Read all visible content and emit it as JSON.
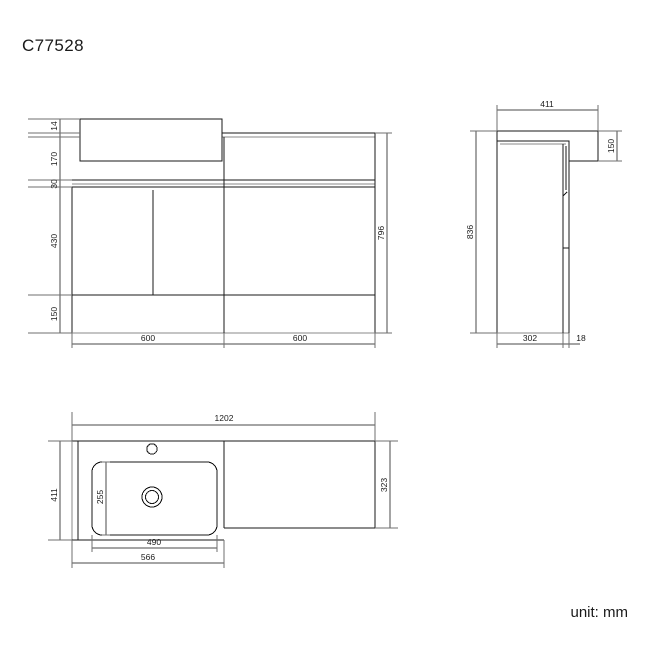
{
  "document": {
    "title": "C77528",
    "unit_note": "unit: mm",
    "type": "technical-drawing",
    "background_color": "#ffffff",
    "line_color": "#1a1a1a",
    "thin_line_color": "#999999"
  },
  "views": {
    "front": {
      "name": "front-elevation",
      "dimensions_left": [
        {
          "label": "14",
          "value": 14,
          "orientation": "vertical"
        },
        {
          "label": "170",
          "value": 170,
          "orientation": "vertical"
        },
        {
          "label": "30",
          "value": 30,
          "orientation": "vertical"
        },
        {
          "label": "430",
          "value": 430,
          "orientation": "vertical"
        },
        {
          "label": "150",
          "value": 150,
          "orientation": "vertical"
        }
      ],
      "dimensions_right": [
        {
          "label": "796",
          "value": 796,
          "orientation": "vertical"
        }
      ],
      "dimensions_bottom": [
        {
          "label": "600",
          "value": 600,
          "orientation": "horizontal"
        },
        {
          "label": "600",
          "value": 600,
          "orientation": "horizontal"
        }
      ]
    },
    "side": {
      "name": "side-elevation",
      "dimensions_top": [
        {
          "label": "411",
          "value": 411,
          "orientation": "horizontal"
        }
      ],
      "dimensions_right": [
        {
          "label": "150",
          "value": 150,
          "orientation": "vertical"
        }
      ],
      "dimensions_left": [
        {
          "label": "836",
          "value": 836,
          "orientation": "vertical"
        }
      ],
      "dimensions_bottom": [
        {
          "label": "302",
          "value": 302,
          "orientation": "horizontal"
        },
        {
          "label": "18",
          "value": 18,
          "orientation": "horizontal"
        }
      ]
    },
    "plan": {
      "name": "plan-view",
      "dimensions_top": [
        {
          "label": "1202",
          "value": 1202,
          "orientation": "horizontal"
        }
      ],
      "dimensions_left": [
        {
          "label": "411",
          "value": 411,
          "orientation": "vertical"
        },
        {
          "label": "255",
          "value": 255,
          "orientation": "vertical"
        }
      ],
      "dimensions_right": [
        {
          "label": "323",
          "value": 323,
          "orientation": "vertical"
        }
      ],
      "dimensions_bottom": [
        {
          "label": "490",
          "value": 490,
          "orientation": "horizontal"
        },
        {
          "label": "566",
          "value": 566,
          "orientation": "horizontal"
        }
      ]
    }
  }
}
